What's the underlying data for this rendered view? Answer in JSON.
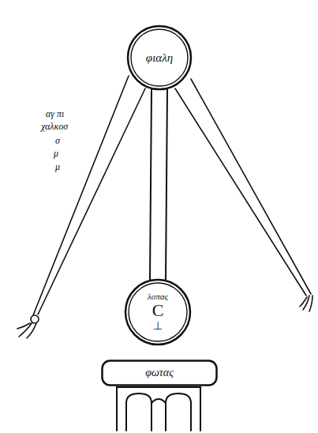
{
  "diagram": {
    "nodes": [
      {
        "text": [
          "φιαλη"
        ]
      },
      {
        "text": [
          "λοπας",
          "C",
          "⊥"
        ]
      },
      {
        "text": [
          "φωτας"
        ]
      }
    ],
    "edges": [
      {
        "from": 0,
        "to": 1,
        "arrow": "none"
      }
    ],
    "labels": [
      "αγ πι",
      "χαλκοσ",
      "σ",
      "μ",
      "μ"
    ]
  }
}
